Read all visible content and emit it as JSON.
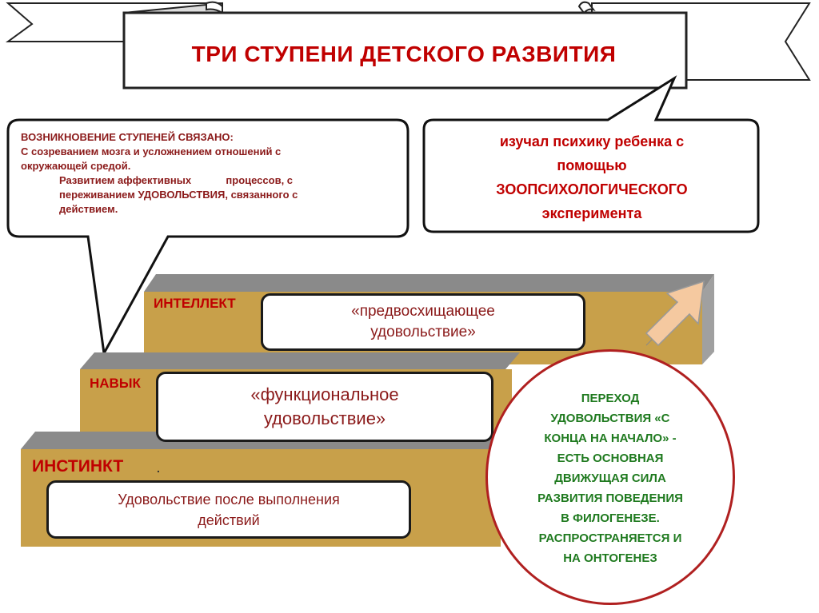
{
  "title": "ТРИ СТУПЕНИ ДЕТСКОГО РАЗВИТИЯ",
  "left_bubble": {
    "heading": "ВОЗНИКНОВЕНИЕ СТУПЕНЕЙ СВЯЗАНО:",
    "line1": "С созреванием мозга и усложнением отношений с",
    "line2": "окружающей средой.",
    "line3": "Развитием аффективных            процессов, с",
    "line4": "переживанием УДОВОЛЬСТВИЯ, связанного с",
    "line5": "действием."
  },
  "right_bubble": {
    "line1": "изучал психику ребенка с",
    "line2": "помощью",
    "line3": "ЗООПСИХОЛОГИЧЕСКОГО",
    "line4": "эксперимента"
  },
  "steps": {
    "intellect": {
      "label": "ИНТЕЛЛЕКТ",
      "box_line1": "«предвосхищающее",
      "box_line2": "удовольствие»"
    },
    "skill": {
      "label": "НАВЫК",
      "box_line1": "«функциональное",
      "box_line2": "удовольствие»"
    },
    "instinct": {
      "label": "ИНСТИНКТ",
      "dot": ".",
      "box_line1": "Удовольствие после выполнения",
      "box_line2": "действий"
    }
  },
  "circle": {
    "lines": [
      "ПЕРЕХОД",
      "УДОВОЛЬСТВИЯ «С",
      "КОНЦА НА НАЧАЛО» -",
      "ЕСТЬ ОСНОВНАЯ",
      "ДВИЖУЩАЯ СИЛА",
      "РАЗВИТИЯ ПОВЕДЕНИЯ",
      "В ФИЛОГЕНЕЗЕ.",
      "РАСПРОСТРАНЯЕТСЯ И",
      "НА ОНТОГЕНЕЗ"
    ]
  },
  "colors": {
    "title_red": "#c00000",
    "text_darkred": "#8b1a1a",
    "step_fill": "#c8a04a",
    "step_top": "#808080",
    "circle_text_green": "#1f7a1f",
    "arrow_fill": "#f5c9a0"
  }
}
